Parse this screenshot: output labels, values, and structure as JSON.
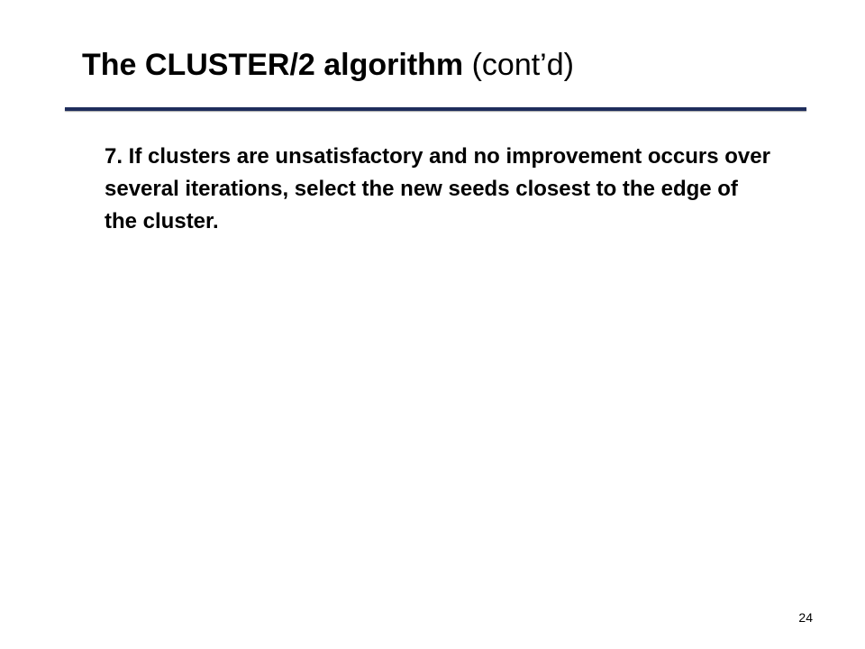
{
  "slide": {
    "title_bold": "The CLUSTER/2 algorithm",
    "title_normal": "(cont’d)",
    "rule_color": "#1f2d5c",
    "body": "7. If clusters are unsatisfactory and no improvement occurs over several iterations, select the new seeds closest to the edge of the cluster.",
    "page_number": "24"
  }
}
